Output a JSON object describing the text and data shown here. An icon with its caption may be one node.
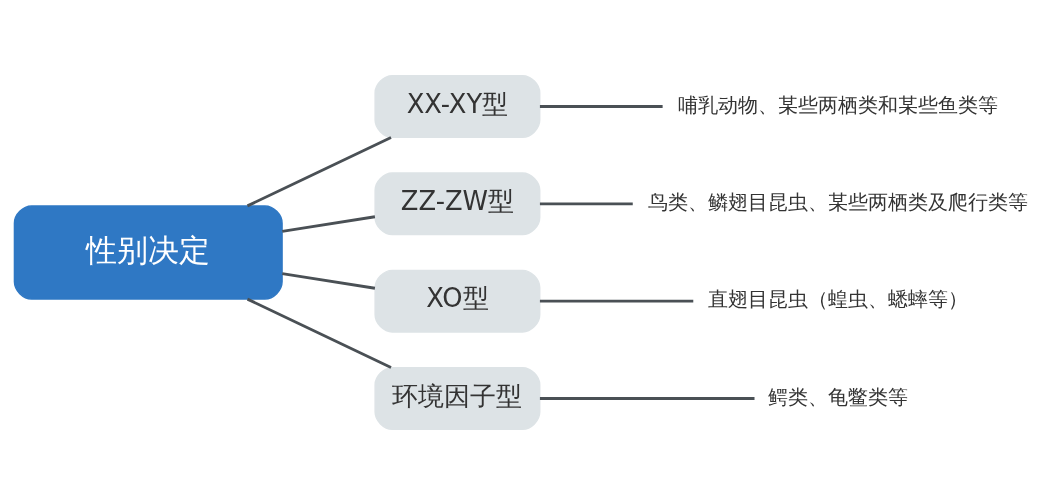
{
  "diagram": {
    "nodes": [
      {
        "text": [
          "性别决定"
        ]
      },
      {
        "text": [
          "XX-XY型"
        ]
      },
      {
        "text": [
          "ZZ-ZW型"
        ]
      },
      {
        "text": [
          "XO型"
        ]
      },
      {
        "text": [
          "环境因子型"
        ]
      },
      {
        "text": [
          "哺乳动物、某些两栖类和某些鱼类等"
        ]
      },
      {
        "text": [
          "鸟类、鳞翅目昆虫、某些两栖类及爬行类等"
        ]
      },
      {
        "text": [
          "直翅目昆虫（蝗虫、蟋蟀等）"
        ]
      },
      {
        "text": [
          "鳄类、龟鳖类等"
        ]
      }
    ],
    "edges": [
      {
        "from": 0,
        "to": 1,
        "arrow": "none"
      },
      {
        "from": 0,
        "to": 2,
        "arrow": "none"
      },
      {
        "from": 0,
        "to": 3,
        "arrow": "none"
      },
      {
        "from": 0,
        "to": 4,
        "arrow": "none"
      },
      {
        "from": 1,
        "to": 5,
        "arrow": "none"
      },
      {
        "from": 2,
        "to": 6,
        "arrow": "none"
      },
      {
        "from": 3,
        "to": 7,
        "arrow": "none"
      },
      {
        "from": 4,
        "to": 8,
        "arrow": "none"
      }
    ]
  }
}
